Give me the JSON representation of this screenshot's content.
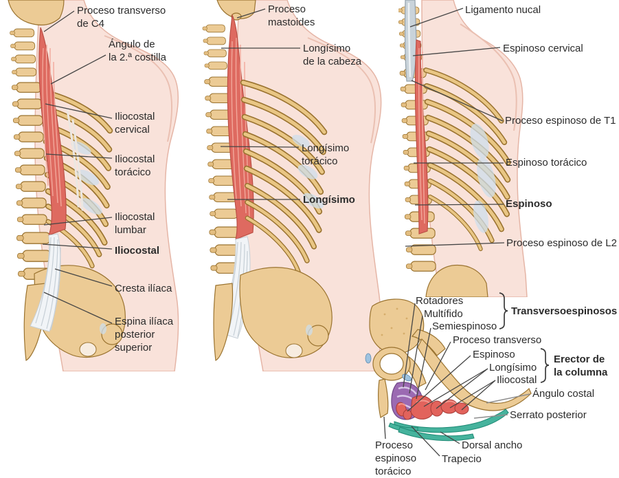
{
  "colors": {
    "background": "#ffffff",
    "text": "#2b2b2b",
    "leader_line": "#454545",
    "skin": "#f9e2da",
    "bone": "#eccb95",
    "muscle_red": "#de6a60",
    "muscle_purple": "#9b6ab2",
    "muscle_teal": "#46b39d",
    "tendon_white": "#f1f4f7",
    "nuchal_ligament_gray": "#c9d3da",
    "cartilage_blue": "#cddeeb"
  },
  "p1": {
    "labels": [
      "Proceso transverso\nde C4",
      "Ángulo de\nla 2.ª costilla",
      "Iliocostal\ncervical",
      "Iliocostal\ntorácico",
      "Iliocostal\nlumbar",
      "Iliocostal",
      "Cresta ilíaca",
      "Espina ilíaca\nposterior\nsuperior"
    ]
  },
  "p2": {
    "labels": [
      "Proceso\nmastoides",
      "Longísimo\nde la cabeza",
      "Longísimo\ntorácico",
      "Longísimo"
    ]
  },
  "p3": {
    "labels": [
      "Ligamento nucal",
      "Espinoso cervical",
      "Proceso espinoso de T1",
      "Espinoso torácico",
      "Espinoso",
      "Proceso espinoso de L2"
    ]
  },
  "cross": {
    "labels": [
      "Rotadores",
      "Multífido",
      "Semiespinoso",
      "Proceso transverso",
      "Espinoso",
      "Longísimo",
      "Iliocostal",
      "Ángulo costal",
      "Serrato posterior",
      "Dorsal ancho",
      "Trapecio",
      "Proceso\nespinoso\ntorácico"
    ],
    "groups": [
      "Transversoespinosos",
      "Erector de\nla columna"
    ]
  }
}
